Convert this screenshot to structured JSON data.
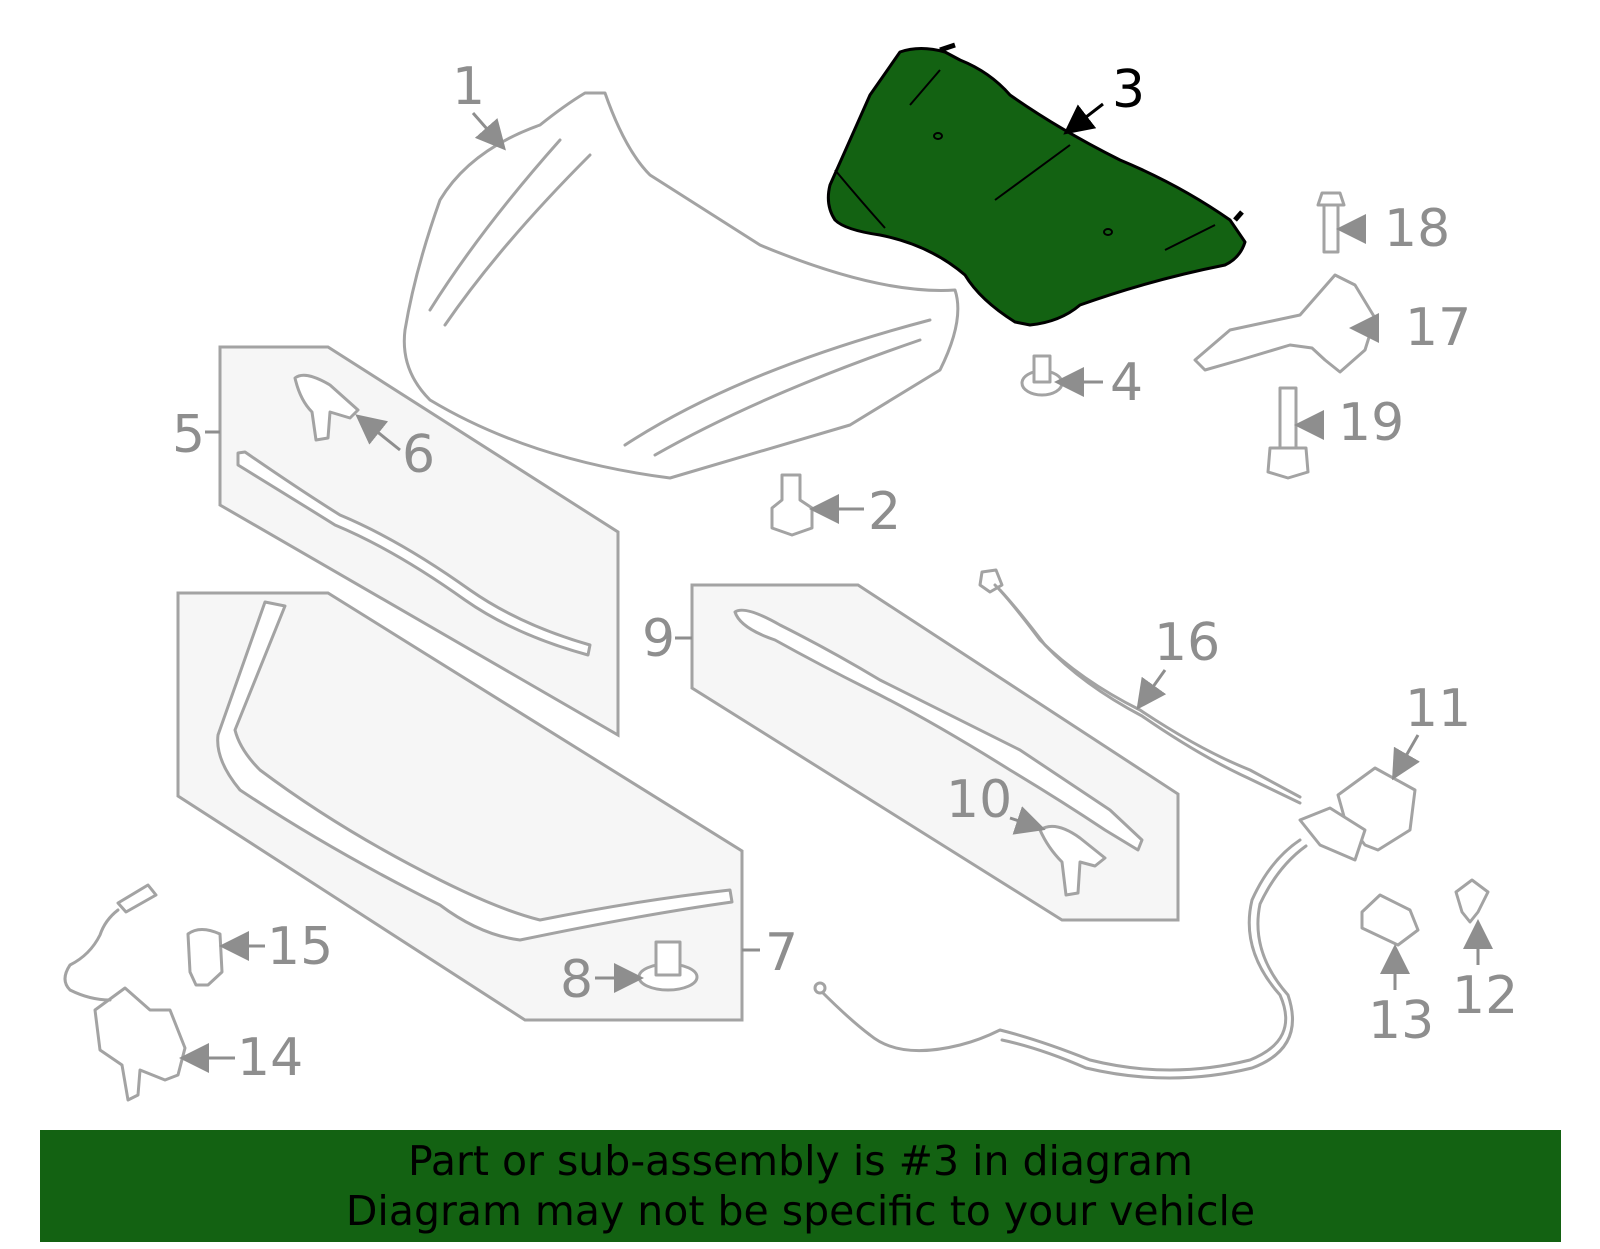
{
  "callouts": {
    "c1": "1",
    "c2": "2",
    "c3": "3",
    "c4": "4",
    "c5": "5",
    "c6": "6",
    "c7": "7",
    "c8": "8",
    "c9": "9",
    "c10": "10",
    "c11": "11",
    "c12": "12",
    "c13": "13",
    "c14": "14",
    "c15": "15",
    "c16": "16",
    "c17": "17",
    "c18": "18",
    "c19": "19"
  },
  "highlight": {
    "part": "3",
    "color": "#136212"
  },
  "banner": {
    "line1": "Part or sub-assembly is #3 in diagram",
    "line2": "Diagram may not be specific to your vehicle",
    "background": "#136212"
  }
}
